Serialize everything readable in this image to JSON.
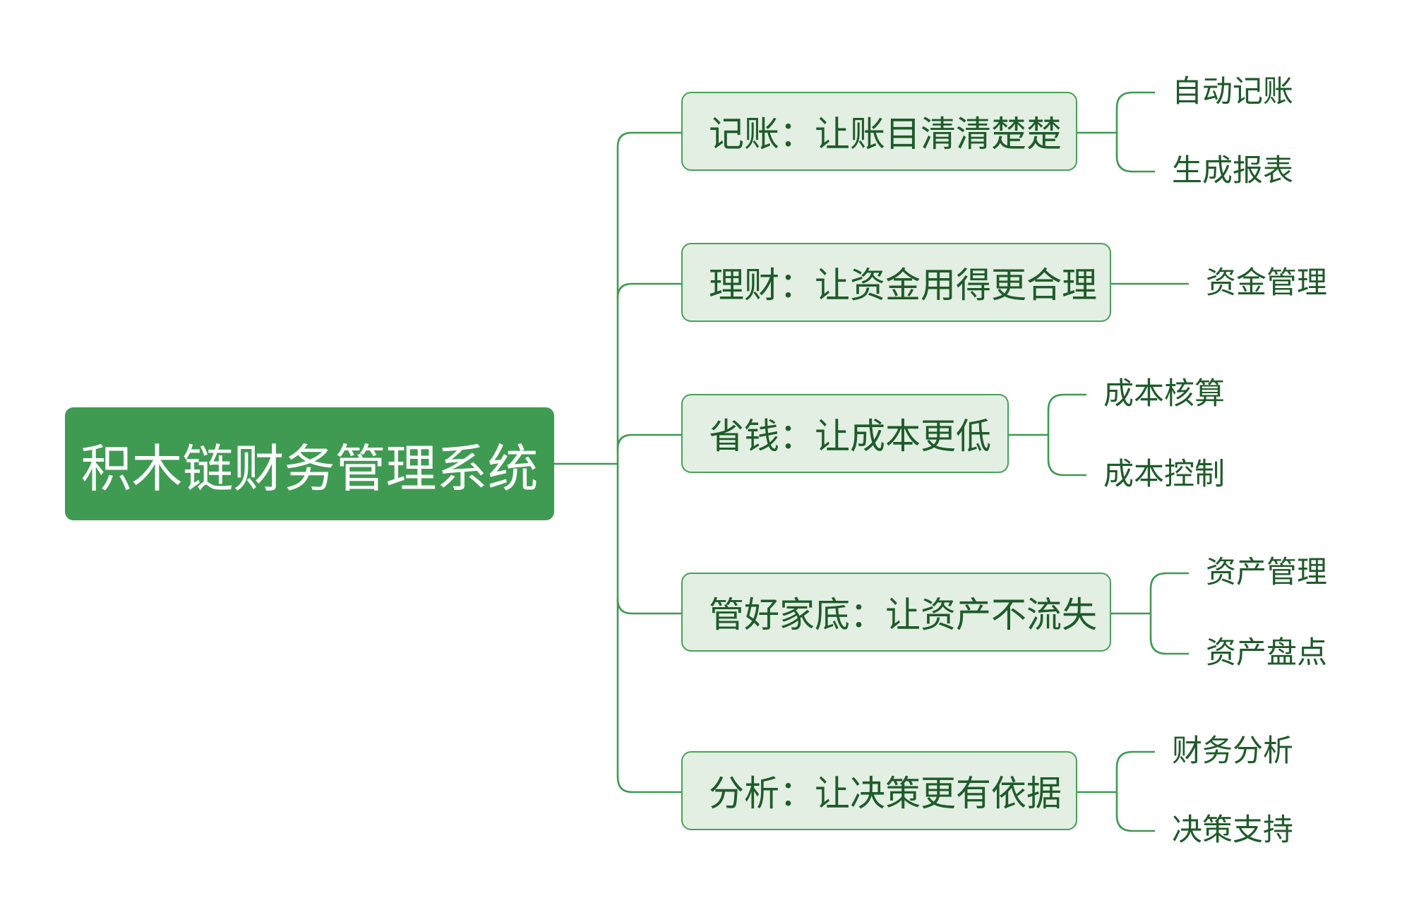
{
  "root": {
    "label": "积木链财务管理系统"
  },
  "branches": [
    {
      "label": "记账：让账目清清楚楚",
      "children": [
        "自动记账",
        "生成报表"
      ]
    },
    {
      "label": "理财：让资金用得更合理",
      "children": [
        "资金管理"
      ]
    },
    {
      "label": "省钱：让成本更低",
      "children": [
        "成本核算",
        "成本控制"
      ]
    },
    {
      "label": "管好家底：让资产不流失",
      "children": [
        "资产管理",
        "资产盘点"
      ]
    },
    {
      "label": "分析：让决策更有依据",
      "children": [
        "财务分析",
        "决策支持"
      ]
    }
  ],
  "colors": {
    "root_fill": "#3f9b52",
    "branch_fill": "#e2efe2",
    "branch_border": "#49a05a",
    "connector": "#3f9a52",
    "text": "#1f5b2a"
  }
}
